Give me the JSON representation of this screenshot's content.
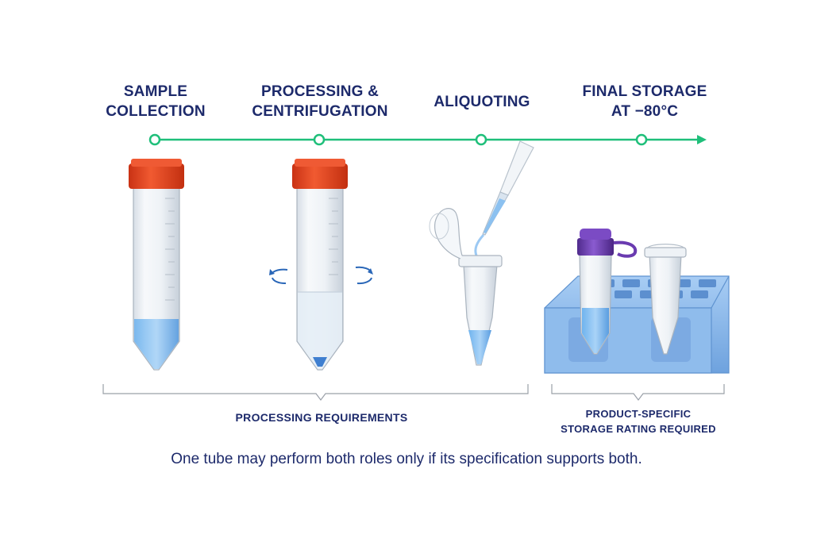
{
  "stages": [
    {
      "id": "sample-collection",
      "line1": "SAMPLE",
      "line2": "COLLECTION"
    },
    {
      "id": "processing-centrifugation",
      "line1": "PROCESSING &",
      "line2": "CENTRIFUGATION"
    },
    {
      "id": "aliquoting",
      "line1": "ALIQUOTING",
      "line2": ""
    },
    {
      "id": "final-storage",
      "line1": "FINAL STORAGE",
      "line2": "AT −80°C"
    }
  ],
  "brackets": {
    "processing": "PROCESSING REQUIREMENTS",
    "storage_line1": "PRODUCT-SPECIFIC",
    "storage_line2": "STORAGE RATING REQUIRED"
  },
  "footer": "One tube may perform both roles only if its specification supports both.",
  "colors": {
    "timeline": "#1fbf7a",
    "label_text": "#1d2a6b",
    "cap_orange": "#e8431f",
    "cap_purple": "#6a3bb0",
    "liquid_blue": "#5aa7ea",
    "rack_blue": "#8ab8ec",
    "rotation_arrow": "#2a67b8",
    "bracket_gray": "#9aa0a8"
  }
}
